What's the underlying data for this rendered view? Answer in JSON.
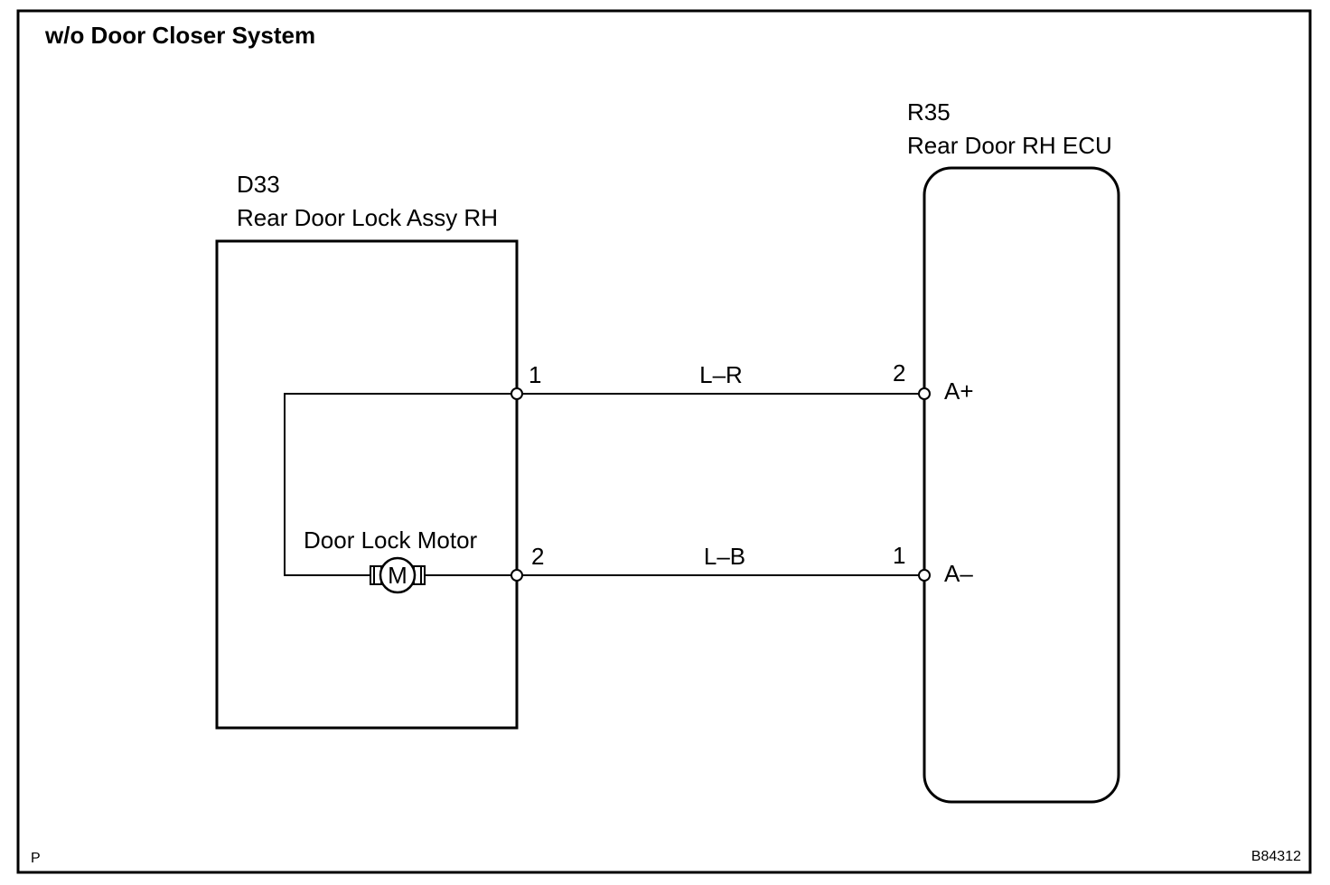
{
  "title": "w/o Door Closer System",
  "components": {
    "lock_assy": {
      "code": "D33",
      "name": "Rear Door Lock Assy RH",
      "motor": {
        "label": "Door Lock Motor",
        "symbol": "M"
      },
      "pin_top": "1",
      "pin_bottom": "2"
    },
    "ecu": {
      "code": "R35",
      "name": "Rear Door RH ECU",
      "pin_top": "2",
      "pin_bottom": "1",
      "terminal_top": "A+",
      "terminal_bottom": "A–"
    }
  },
  "wires": {
    "top": "L–R",
    "bottom": "L–B"
  },
  "footer": {
    "left_mark": "P",
    "figure_code": "B84312"
  }
}
